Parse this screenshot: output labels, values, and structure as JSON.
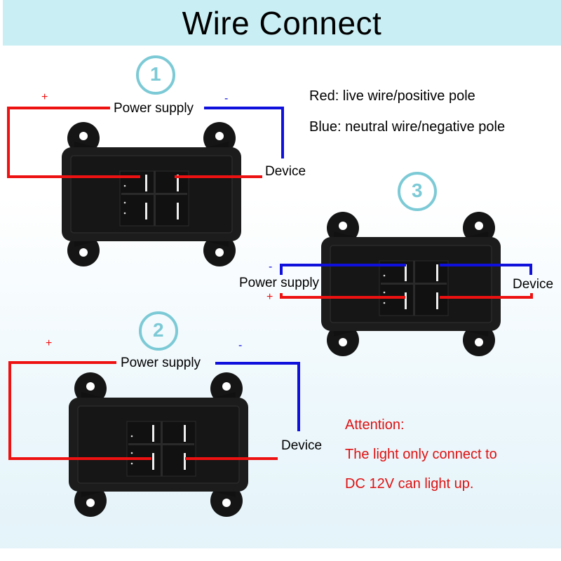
{
  "header": {
    "title": "Wire Connect"
  },
  "legend": {
    "red": "Red: live wire/positive pole",
    "blue": "Blue: neutral wire/negative pole"
  },
  "colors": {
    "positive_wire": "#ee1111",
    "negative_wire": "#1010dd",
    "step_circle": "#7ccad6",
    "title_bg": "#c9eff4",
    "attention_text": "#e01010",
    "device_body": "#1a1a1a"
  },
  "diagrams": [
    {
      "step": "1",
      "power_label": "Power supply",
      "device_label": "Device",
      "plus": "+",
      "minus": "-"
    },
    {
      "step": "2",
      "power_label": "Power supply",
      "device_label": "Device",
      "plus": "+",
      "minus": "-"
    },
    {
      "step": "3",
      "power_label": "Power supply",
      "device_label": "Device",
      "plus": "+",
      "minus": "-"
    }
  ],
  "attention": {
    "heading": "Attention:",
    "line1": "The light only connect to",
    "line2": "DC 12V can light up."
  }
}
